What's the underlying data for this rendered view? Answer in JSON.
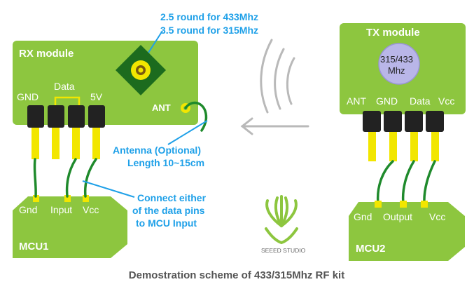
{
  "annotations": {
    "antenna_round_433": "2.5 round for 433Mhz",
    "antenna_round_315": "3.5 round for 315Mhz",
    "antenna_optional": "Antenna (Optional)",
    "antenna_length": "Length 10~15cm",
    "connect_line1": "Connect either",
    "connect_line2": "of the data pins",
    "connect_line3": "to MCU Input"
  },
  "rx": {
    "title": "RX module",
    "gnd": "GND",
    "data": "Data",
    "v5": "5V",
    "ant": "ANT"
  },
  "tx": {
    "title": "TX module",
    "crystal_line1": "315/433",
    "crystal_line2": "Mhz",
    "ant": "ANT",
    "gnd": "GND",
    "data": "Data",
    "vcc": "Vcc"
  },
  "mcu1": {
    "label": "MCU1",
    "gnd": "Gnd",
    "input": "Input",
    "vcc": "Vcc"
  },
  "mcu2": {
    "label": "MCU2",
    "gnd": "Gnd",
    "output": "Output",
    "vcc": "Vcc"
  },
  "logo": {
    "text": "SEEED STUDIO"
  },
  "caption": "Demostration scheme of 433/315Mhz RF kit",
  "colors": {
    "board_green": "#8dc63f",
    "text_blue": "#1ea0e8",
    "wire_green": "#1f8a2c",
    "pin_yellow": "#f2e600",
    "header_black": "#222222",
    "crystal_purple": "#b9b6e8"
  }
}
